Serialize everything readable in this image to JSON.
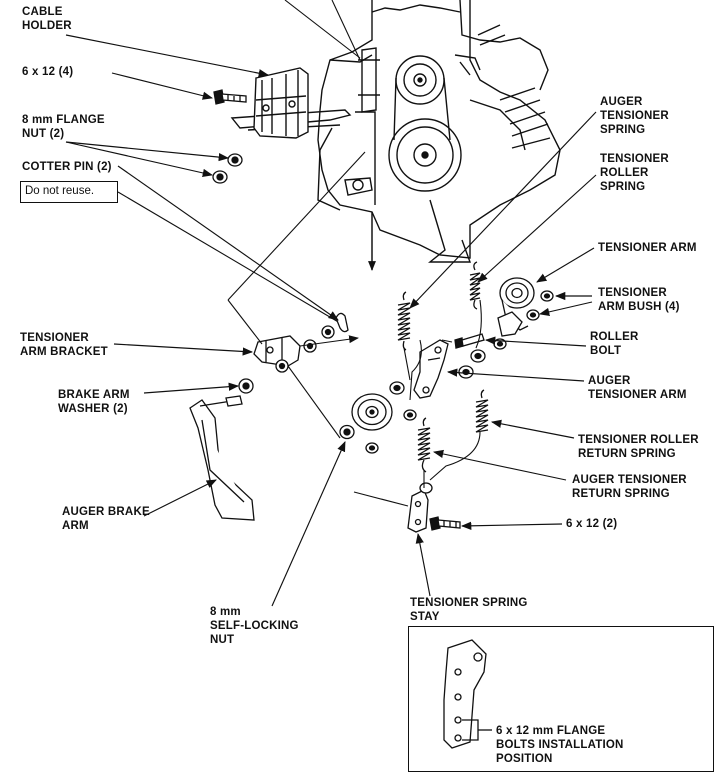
{
  "labels": {
    "cable_holder": "CABLE\nHOLDER",
    "bolt_6x12_4": "6 x 12 (4)",
    "flange_nut": "8 mm FLANGE\nNUT (2)",
    "cotter_pin": "COTTER PIN (2)",
    "do_not_reuse": "Do not reuse.",
    "tensioner_arm_bracket": "TENSIONER\nARM BRACKET",
    "brake_arm_washer": "BRAKE ARM\nWASHER (2)",
    "auger_brake_arm": "AUGER BRAKE\nARM",
    "self_locking_nut": "8 mm\nSELF-LOCKING\nNUT",
    "auger_tensioner_spring": "AUGER\nTENSIONER\nSPRING",
    "tensioner_roller_spring": "TENSIONER\nROLLER\nSPRING",
    "tensioner_arm": "TENSIONER ARM",
    "tensioner_arm_bush": "TENSIONER\nARM BUSH (4)",
    "roller_bolt": "ROLLER\nBOLT",
    "auger_tensioner_arm": "AUGER\nTENSIONER ARM",
    "tensioner_roller_return_spring": "TENSIONER ROLLER\nRETURN SPRING",
    "auger_tensioner_return_spring": "AUGER TENSIONER\nRETURN SPRING",
    "bolt_6x12_2": "6 x 12 (2)",
    "tensioner_spring_stay": "TENSIONER SPRING\nSTAY",
    "flange_bolts_position": "6 x 12 mm FLANGE\nBOLTS INSTALLATION\nPOSITION"
  }
}
